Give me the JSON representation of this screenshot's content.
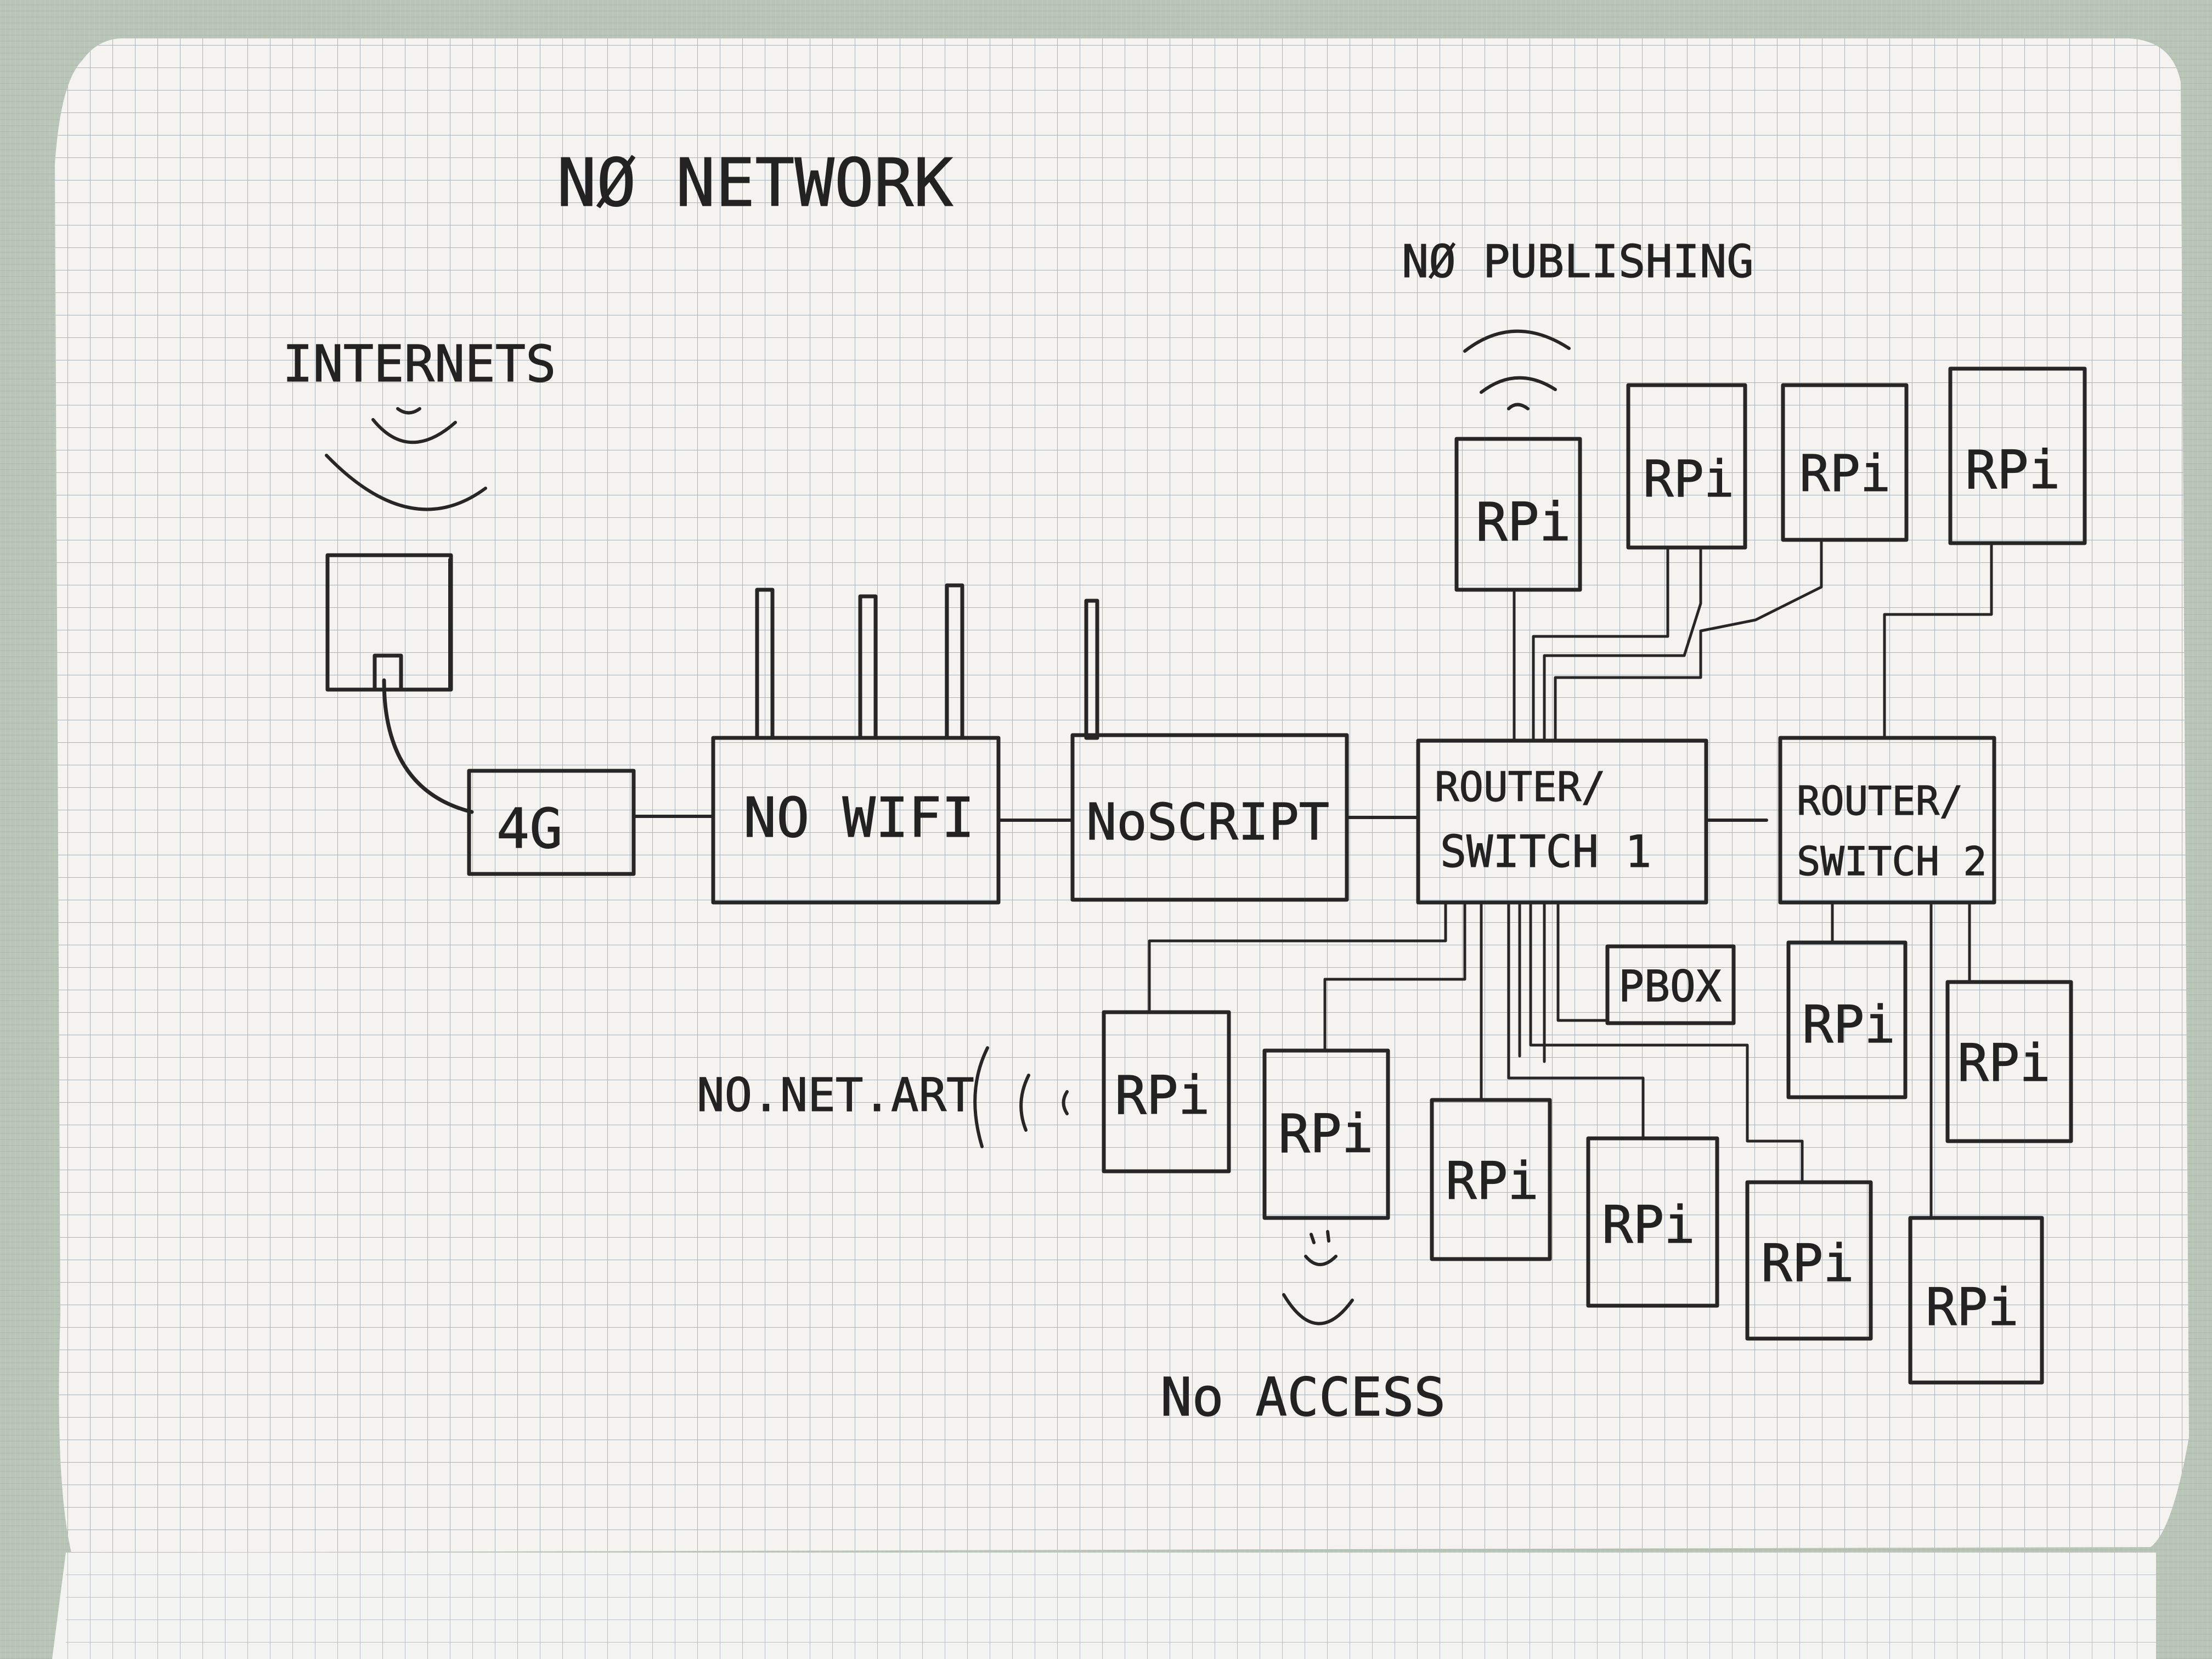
{
  "diagram": {
    "title": "NØ NETWORK",
    "labels": {
      "internets": "INTERNETS",
      "no_publishing": "NØ PUBLISHING",
      "no_net_art": "NO.NET.ART",
      "no_access": "No ACCESS"
    },
    "nodes": {
      "modem_4g": "4G",
      "no_wifi": "NO WIFI",
      "noscript": "NoSCRIPT",
      "router1_line1": "ROUTER/",
      "router1_line2": "SWITCH 1",
      "router2_line1": "ROUTER/",
      "router2_line2": "SWITCH 2",
      "pbox": "PBOX",
      "rpi": "RPi"
    }
  }
}
